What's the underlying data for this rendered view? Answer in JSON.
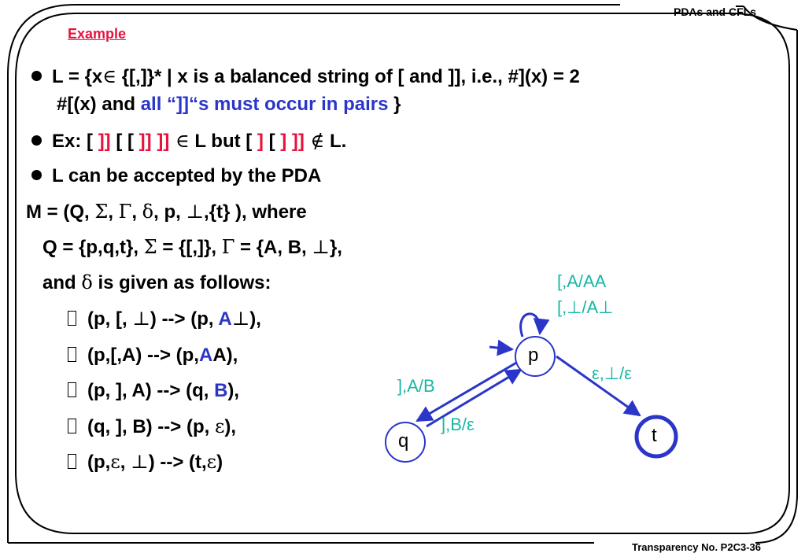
{
  "header": {
    "title": "PDAs and CFLs"
  },
  "footer": {
    "label": "Transparency No. P2C3-36"
  },
  "heading": "Example",
  "bullets": {
    "b1_pre": "L = {x",
    "b1_in": "∈",
    "b1_mid": " {[,]}* | x is a balanced string of [ and ]], i.e., #](x) = 2",
    "b1_l2_pre": "#[(x) and ",
    "b1_l2_blue": "all “]]“s must occur in pairs",
    "b1_l2_post": " }",
    "b2_pre": "Ex: [ ",
    "b2_r1": "]]",
    "b2_mid1": " [ [ ",
    "b2_r2": "]]",
    "b2_sp": " ",
    "b2_r3": "]]",
    "b2_in": " ∈",
    "b2_mid2": " L  but [ ",
    "b2_r4": "]",
    "b2_mid3": " [ ",
    "b2_r5": "]",
    "b2_sp2": " ",
    "b2_r6": "]]",
    "b2_notin": " ∉",
    "b2_end": " L.",
    "b3": "L can be accepted by the PDA"
  },
  "machine": {
    "m_pre": "M = (Q, ",
    "m_sigma": "Σ",
    "m_c1": ", ",
    "m_gamma": "Γ",
    "m_c2": ", ",
    "m_delta": "δ",
    "m_p": ", p, ",
    "m_bot": "⊥",
    "m_post": ",{t} ), where",
    "q_pre": "Q = {p,q,t}, ",
    "q_sigma": "Σ",
    "q_mid": " = {[,]}, ",
    "q_gamma": "Γ",
    "q_mid2": " = {A, B, ",
    "q_bot": "⊥",
    "q_end": "},",
    "d_pre": "and ",
    "d_delta": "δ",
    "d_post": " is given as follows:"
  },
  "rules": {
    "r1_a": "(p, [, ",
    "r1_bot": "⊥",
    "r1_b": ") --> (p, ",
    "r1_A": "A",
    "r1_bot2": "⊥",
    "r1_c": "),",
    "r2_a": "(p,[,A) -->  (p,",
    "r2_A": "A",
    "r2_b": "A),",
    "r3_a": "(p, ], A) --> (q, ",
    "r3_B": "B",
    "r3_b": "),",
    "r4_a": "(q, ], B) --> (p, ",
    "r4_eps": "ε",
    "r4_b": "),",
    "r5_a": "(p,",
    "r5_eps": "ε",
    "r5_b": ", ",
    "r5_bot": "⊥",
    "r5_c": ") -->  (t,",
    "r5_eps2": "ε",
    "r5_d": ")"
  },
  "diagram": {
    "loop_label_1": "[,A/AA",
    "loop_label_2": "[,⊥/A⊥",
    "pt_label": "ε,⊥/ε",
    "pq_label": "],A/B",
    "qp_label": "],B/ε",
    "state_p": "p",
    "state_q": "q",
    "state_t": "t",
    "edge_color": "#2b35c8",
    "label_color": "#19b7a3"
  }
}
